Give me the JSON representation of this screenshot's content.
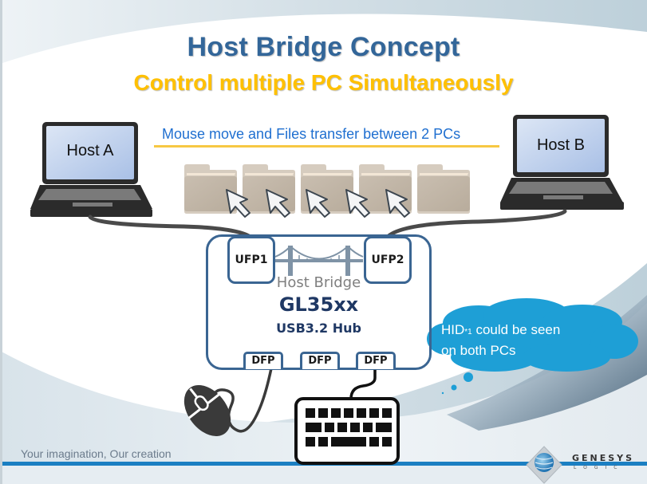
{
  "slide": {
    "title": "Host Bridge Concept",
    "subtitle": "Control multiple PC Simultaneously",
    "banner": "Mouse move and Files transfer between 2 PCs",
    "colors": {
      "title": "#336699",
      "subtitle": "#FFC000",
      "banner": "#1F6FD0",
      "banner_underline": "#F7C843",
      "hub_border": "#3A6592",
      "chip_text": "#1F3864",
      "cloud": "#1E9FD6",
      "footer_bar": "#1B7FC2"
    }
  },
  "hosts": [
    {
      "label": "Host A",
      "icon": "laptop-icon"
    },
    {
      "label": "Host B",
      "icon": "laptop-icon"
    }
  ],
  "transfer": {
    "folder_count": 5,
    "cursor_count": 5,
    "icons": [
      "folder-icon",
      "mouse-cursor-icon"
    ]
  },
  "hub": {
    "upstream_ports": [
      "UFP1",
      "UFP2"
    ],
    "bridge_label": "Host Bridge",
    "chip": "GL35xx",
    "type": "USB3.2 Hub",
    "downstream_ports": [
      "DFP",
      "DFP",
      "DFP"
    ],
    "bridge_icon": "bridge-icon"
  },
  "peripherals": [
    {
      "name": "Mouse",
      "icon": "mouse-icon",
      "port_index": 0
    },
    {
      "name": "Keyboard",
      "icon": "keyboard-icon",
      "port_index": 2
    }
  ],
  "callout": {
    "text_before": "HID",
    "footnote": "*1",
    "text_after": " could be seen",
    "line2": "on both PCs"
  },
  "footer": {
    "tagline": "Your imagination, Our creation",
    "logo_name": "GENESYS",
    "logo_sub": "LOGIC"
  }
}
